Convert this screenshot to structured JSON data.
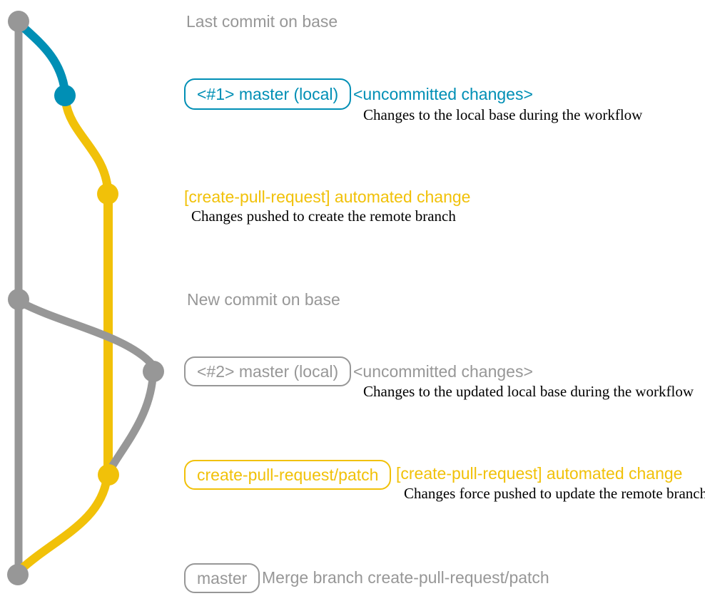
{
  "colors": {
    "gray": "#979797",
    "teal": "#008fb5",
    "yellow": "#f1c109",
    "note_text": "#000000",
    "background": "#ffffff"
  },
  "graph": {
    "branches": [
      "base (gray)",
      "master local (teal)",
      "create-pull-request/patch (yellow)"
    ]
  },
  "rows": {
    "last_commit": {
      "message": "Last commit on base"
    },
    "local_1": {
      "branch_label": "<#1> master (local)",
      "message": "<uncommitted changes>",
      "note": "Changes to the local base during the workflow"
    },
    "push_1": {
      "message": "[create-pull-request] automated change",
      "note": "Changes pushed to create the remote branch"
    },
    "new_commit": {
      "message": "New commit on base"
    },
    "local_2": {
      "branch_label": "<#2> master (local)",
      "message": "<uncommitted changes>",
      "note": "Changes to the updated local base during the workflow"
    },
    "push_2": {
      "branch_label": "create-pull-request/patch",
      "message": "[create-pull-request] automated change",
      "note": "Changes force pushed to update the remote branch"
    },
    "merge": {
      "branch_label": "master",
      "message": "Merge branch create-pull-request/patch"
    }
  }
}
